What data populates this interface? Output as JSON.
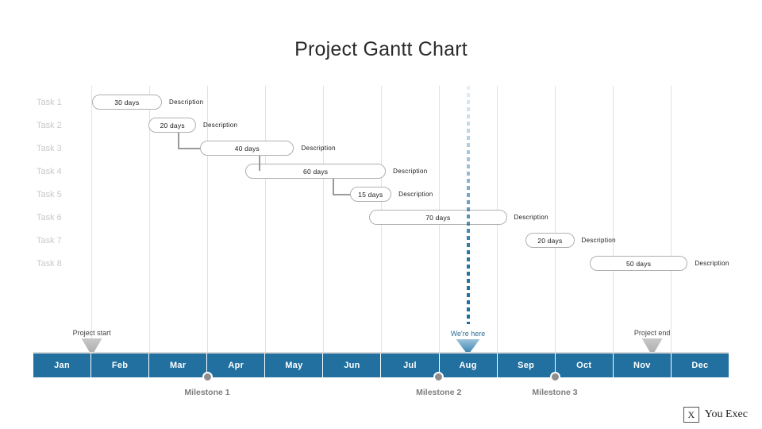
{
  "title": "Project Gantt Chart",
  "chart_data": {
    "type": "bar",
    "chart_kind": "gantt",
    "title": "Project Gantt Chart",
    "xlabel": "",
    "ylabel": "",
    "categories": [
      "Task 1",
      "Task 2",
      "Task 3",
      "Task 4",
      "Task 5",
      "Task 6",
      "Task 7",
      "Task 8"
    ],
    "axis_months": [
      "Jan",
      "Feb",
      "Mar",
      "Apr",
      "May",
      "Jun",
      "Jul",
      "Aug",
      "Sep",
      "Oct",
      "Nov",
      "Dec"
    ],
    "grid": true,
    "legend": "none",
    "tasks": [
      {
        "label": "Task 1",
        "duration_label": "30 days",
        "duration_days": 30,
        "description": "Description",
        "start_pct": 8.4,
        "width_pct": 10.1
      },
      {
        "label": "Task 2",
        "duration_label": "20 days",
        "duration_days": 20,
        "description": "Description",
        "start_pct": 16.6,
        "width_pct": 6.8
      },
      {
        "label": "Task 3",
        "duration_label": "40 days",
        "duration_days": 40,
        "description": "Description",
        "start_pct": 24.0,
        "width_pct": 13.5
      },
      {
        "label": "Task 4",
        "duration_label": "60 days",
        "duration_days": 60,
        "description": "Description",
        "start_pct": 30.5,
        "width_pct": 20.2
      },
      {
        "label": "Task 5",
        "duration_label": "15 days",
        "duration_days": 15,
        "description": "Description",
        "start_pct": 45.5,
        "width_pct": 6.0
      },
      {
        "label": "Task 6",
        "duration_label": "70 days",
        "duration_days": 70,
        "description": "Description",
        "start_pct": 48.3,
        "width_pct": 19.8
      },
      {
        "label": "Task 7",
        "duration_label": "20 days",
        "duration_days": 20,
        "description": "Description",
        "start_pct": 70.8,
        "width_pct": 7.0
      },
      {
        "label": "Task 8",
        "duration_label": "50 days",
        "duration_days": 50,
        "description": "Description",
        "start_pct": 80.0,
        "width_pct": 14.1
      }
    ],
    "dependencies": [
      {
        "from": "Task 2",
        "to": "Task 3"
      },
      {
        "from": "Task 3",
        "to": "Task 4"
      },
      {
        "from": "Task 4",
        "to": "Task 5"
      }
    ],
    "markers": [
      {
        "name": "project-start",
        "label": "Project start",
        "position_pct": 8.4,
        "color": "#b0b0b0"
      },
      {
        "name": "we-are-here",
        "label": "We're here",
        "position_pct": 62.5,
        "color": "#2d7aa8"
      },
      {
        "name": "project-end",
        "label": "Project end",
        "position_pct": 89.0,
        "color": "#b0b0b0"
      }
    ],
    "milestones": [
      {
        "label": "Milestone 1",
        "position_pct": 25.0
      },
      {
        "label": "Milestone 2",
        "position_pct": 58.3
      },
      {
        "label": "Milestone 3",
        "position_pct": 75.0
      }
    ]
  },
  "colors": {
    "axis_blue": "#21709f",
    "marker_blue": "#2d7aa8",
    "marker_gray": "#a8a8a8",
    "milestone_gray": "#8e8e8e",
    "task_label_gray": "#c9c9c9",
    "gridline": "#e2e2e2",
    "bar_border": "#b0b0b0"
  },
  "logo": {
    "mark": "X",
    "text": "You Exec"
  }
}
